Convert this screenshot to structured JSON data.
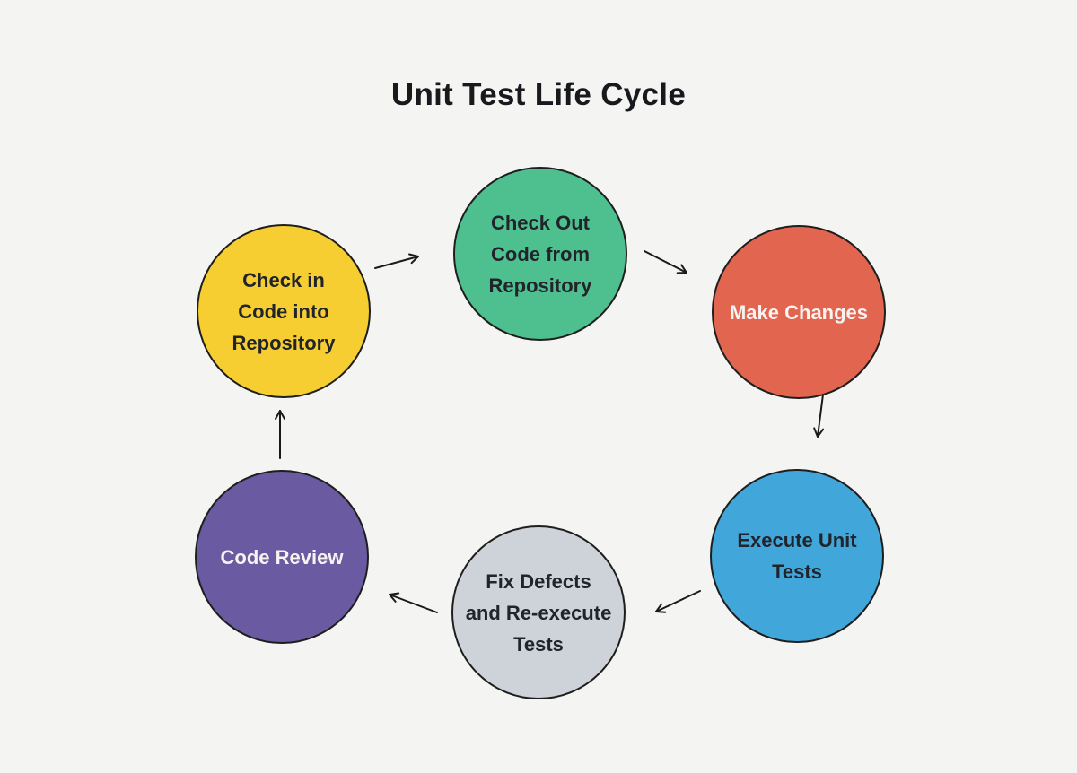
{
  "title": "Unit Test Life Cycle",
  "colors": {
    "background": "#F4F4F2",
    "title_text": "#17191C",
    "node_border": "#1E1E1E",
    "arrow": "#1A1A1A",
    "dark_text": "#21242B",
    "light_text": "#F6F3F1"
  },
  "nodes": [
    {
      "id": "check-out",
      "lines": [
        "Check Out",
        "Code from",
        "Repository"
      ],
      "fill": "#4EC08F",
      "text": "dark"
    },
    {
      "id": "make-changes",
      "lines": [
        "Make Changes"
      ],
      "fill": "#E2654F",
      "text": "light"
    },
    {
      "id": "execute-unit-tests",
      "lines": [
        "Execute Unit",
        "Tests"
      ],
      "fill": "#41A6D9",
      "text": "dark"
    },
    {
      "id": "fix-defects",
      "lines": [
        "Fix Defects",
        "and Re-execute",
        "Tests"
      ],
      "fill": "#CED2D9",
      "text": "dark"
    },
    {
      "id": "code-review",
      "lines": [
        "Code Review"
      ],
      "fill": "#6A5AA1",
      "text": "light"
    },
    {
      "id": "check-in",
      "lines": [
        "Check in",
        "Code into",
        "Repository"
      ],
      "fill": "#F6CE32",
      "text": "dark"
    }
  ],
  "arrows": [
    {
      "from": "check-in",
      "to": "check-out"
    },
    {
      "from": "check-out",
      "to": "make-changes"
    },
    {
      "from": "make-changes",
      "to": "execute-unit-tests"
    },
    {
      "from": "execute-unit-tests",
      "to": "fix-defects"
    },
    {
      "from": "fix-defects",
      "to": "code-review"
    },
    {
      "from": "code-review",
      "to": "check-in"
    }
  ]
}
